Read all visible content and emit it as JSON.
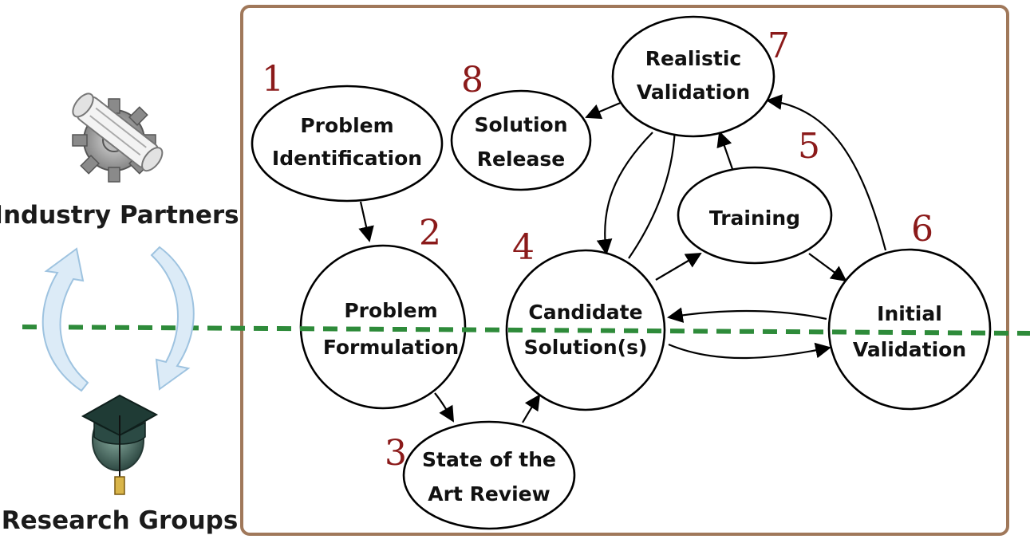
{
  "side": {
    "industry_label": "Industry Partners",
    "research_label": "Research Groups"
  },
  "nodes": [
    {
      "id": "problem-identification",
      "number": "1",
      "lines": [
        "Problem",
        "Identification"
      ]
    },
    {
      "id": "problem-formulation",
      "number": "2",
      "lines": [
        "Problem",
        "Formulation"
      ]
    },
    {
      "id": "state-of-the-art-review",
      "number": "3",
      "lines": [
        "State of the",
        "Art Review"
      ]
    },
    {
      "id": "candidate-solutions",
      "number": "4",
      "lines": [
        "Candidate",
        "Solution(s)"
      ]
    },
    {
      "id": "training",
      "number": "5",
      "lines": [
        "Training"
      ]
    },
    {
      "id": "initial-validation",
      "number": "6",
      "lines": [
        "Initial",
        "Validation"
      ]
    },
    {
      "id": "realistic-validation",
      "number": "7",
      "lines": [
        "Realistic",
        "Validation"
      ]
    },
    {
      "id": "solution-release",
      "number": "8",
      "lines": [
        "Solution",
        "Release"
      ]
    }
  ],
  "edges": [
    {
      "from": "problem-identification",
      "to": "problem-formulation"
    },
    {
      "from": "problem-formulation",
      "to": "state-of-the-art-review"
    },
    {
      "from": "state-of-the-art-review",
      "to": "candidate-solutions"
    },
    {
      "from": "candidate-solutions",
      "to": "training"
    },
    {
      "from": "candidate-solutions",
      "to": "realistic-validation"
    },
    {
      "from": "realistic-validation",
      "to": "candidate-solutions"
    },
    {
      "from": "candidate-solutions",
      "to": "initial-validation"
    },
    {
      "from": "initial-validation",
      "to": "candidate-solutions"
    },
    {
      "from": "training",
      "to": "initial-validation"
    },
    {
      "from": "training",
      "to": "realistic-validation"
    },
    {
      "from": "initial-validation",
      "to": "realistic-validation"
    },
    {
      "from": "realistic-validation",
      "to": "solution-release"
    }
  ],
  "colors": {
    "frame": "#a0785a",
    "divider": "#2e8b3a",
    "step_number": "#8b1a1a",
    "cycle_arrow_fill": "#dcebf7",
    "cycle_arrow_stroke": "#9ec3e0"
  },
  "icons": {
    "industry": "gear-scroll-icon",
    "research": "graduation-cap-icon",
    "cycle": "cycle-arrows-icon"
  }
}
